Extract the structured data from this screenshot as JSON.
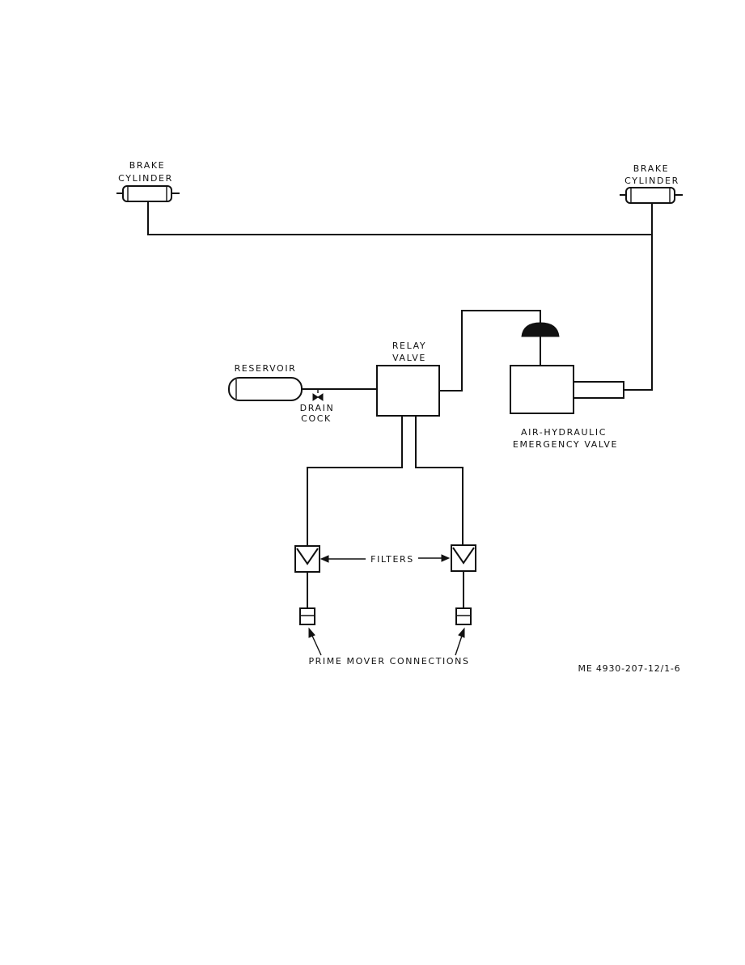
{
  "labels": {
    "brake_cylinder_left": [
      "BRAKE",
      "CYLINDER"
    ],
    "brake_cylinder_right": [
      "BRAKE",
      "CYLINDER"
    ],
    "relay_valve": [
      "RELAY",
      "VALVE"
    ],
    "reservoir": "RESERVOIR",
    "drain_cock": [
      "DRAIN",
      "COCK"
    ],
    "emergency_valve": [
      "AIR-HYDRAULIC",
      "EMERGENCY VALVE"
    ],
    "filters": "FILTERS",
    "prime_mover_connections": "PRIME MOVER CONNECTIONS",
    "figure_id": "ME 4930-207-12/1-6"
  }
}
